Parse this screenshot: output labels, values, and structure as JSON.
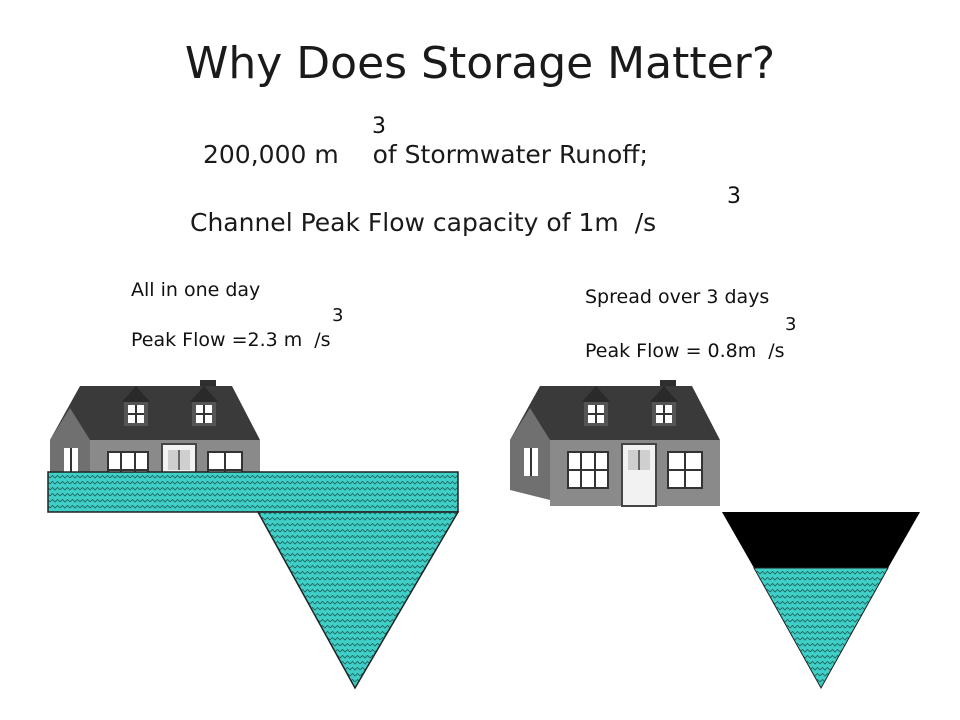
{
  "slide": {
    "title": "Why Does Storage Matter?",
    "line1": {
      "before": "200,000 m",
      "sup": "3",
      "after": " of Stormwater Runoff;"
    },
    "line2": {
      "before": "Channel Peak Flow capacity of 1m",
      "sup": "3",
      "after": "/s"
    }
  },
  "left_scenario": {
    "heading": "All in one day",
    "peak": {
      "before": "Peak Flow =2.3 m",
      "sup": "3",
      "after": "/s"
    }
  },
  "right_scenario": {
    "heading": "Spread over 3 days",
    "peak": {
      "before": "Peak Flow = 0.8m",
      "sup": "3",
      "after": "/s"
    }
  },
  "colors": {
    "water": "#3fcfc6",
    "zigzag": "#1a5f5b",
    "empty_channel": "#000000",
    "house_roof": "#3a3a3a",
    "house_wall": "#8a8a8a"
  }
}
